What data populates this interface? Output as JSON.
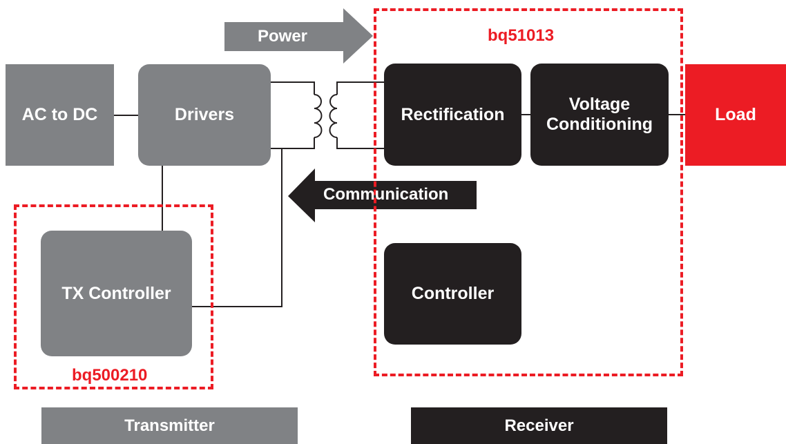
{
  "colors": {
    "gray": "#808285",
    "black": "#231f20",
    "red": "#ec1c24",
    "white": "#ffffff"
  },
  "blocks": {
    "ac_dc": "AC to DC",
    "drivers": "Drivers",
    "rectification": "Rectification",
    "voltage_conditioning": "Voltage Conditioning",
    "load": "Load",
    "tx_controller": "TX Controller",
    "controller": "Controller"
  },
  "arrows": {
    "power": "Power",
    "communication": "Communication"
  },
  "chips": {
    "transmitter_chip": "bq500210",
    "receiver_chip": "bq51013"
  },
  "footer": {
    "transmitter": "Transmitter",
    "receiver": "Receiver"
  }
}
